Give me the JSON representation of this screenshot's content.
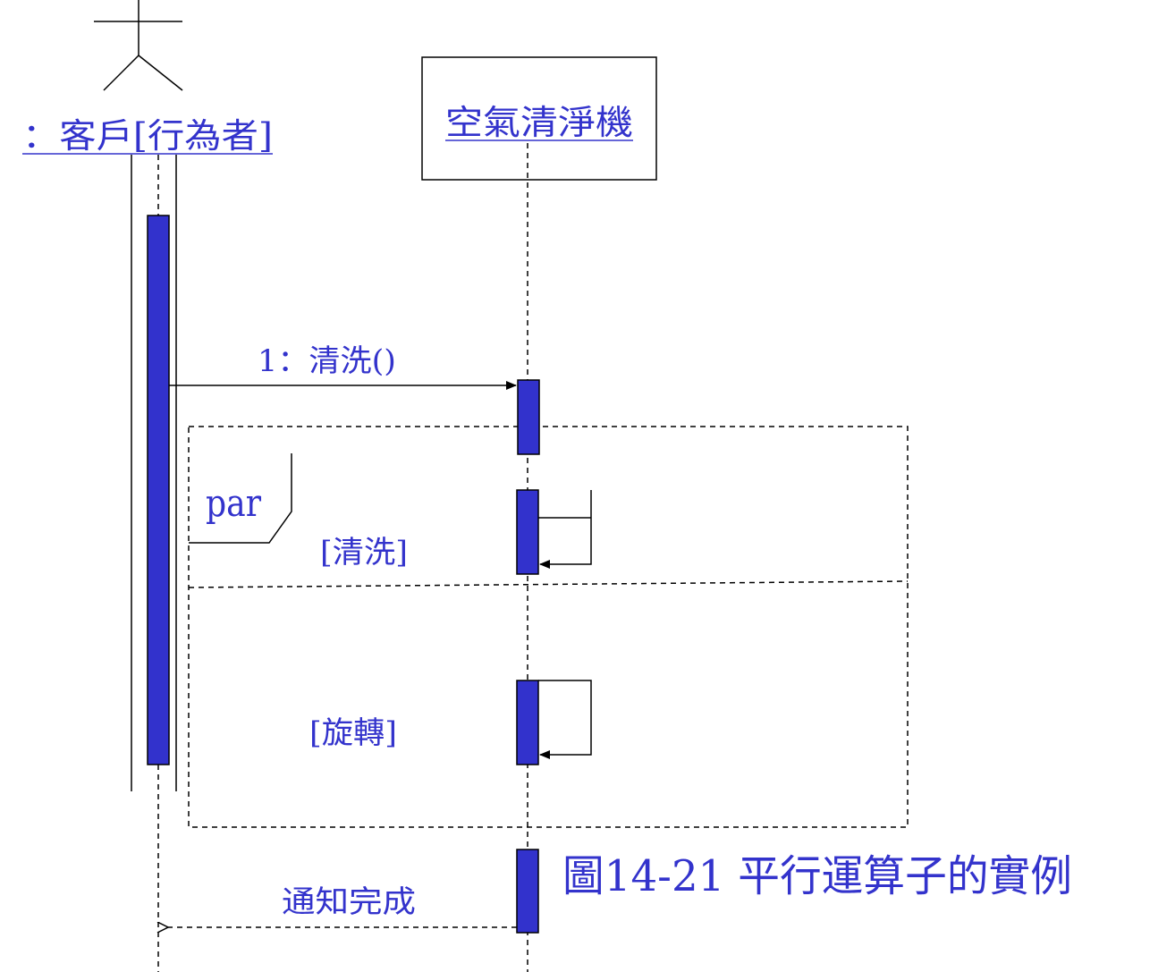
{
  "participants": {
    "actor": {
      "label": "：客戶[行為者]"
    },
    "object": {
      "label": "空氣清淨機"
    }
  },
  "messages": {
    "m1": "1：清洗()",
    "reply": "通知完成"
  },
  "fragment": {
    "operator": "par",
    "guard1": "[清洗]",
    "guard2": "[旋轉]"
  },
  "caption": "圖14-21 平行運算子的實例",
  "colors": {
    "activation_fill": "#3232cc",
    "label_text": "#3333cc",
    "line": "#000000",
    "background": "#ffffff"
  }
}
